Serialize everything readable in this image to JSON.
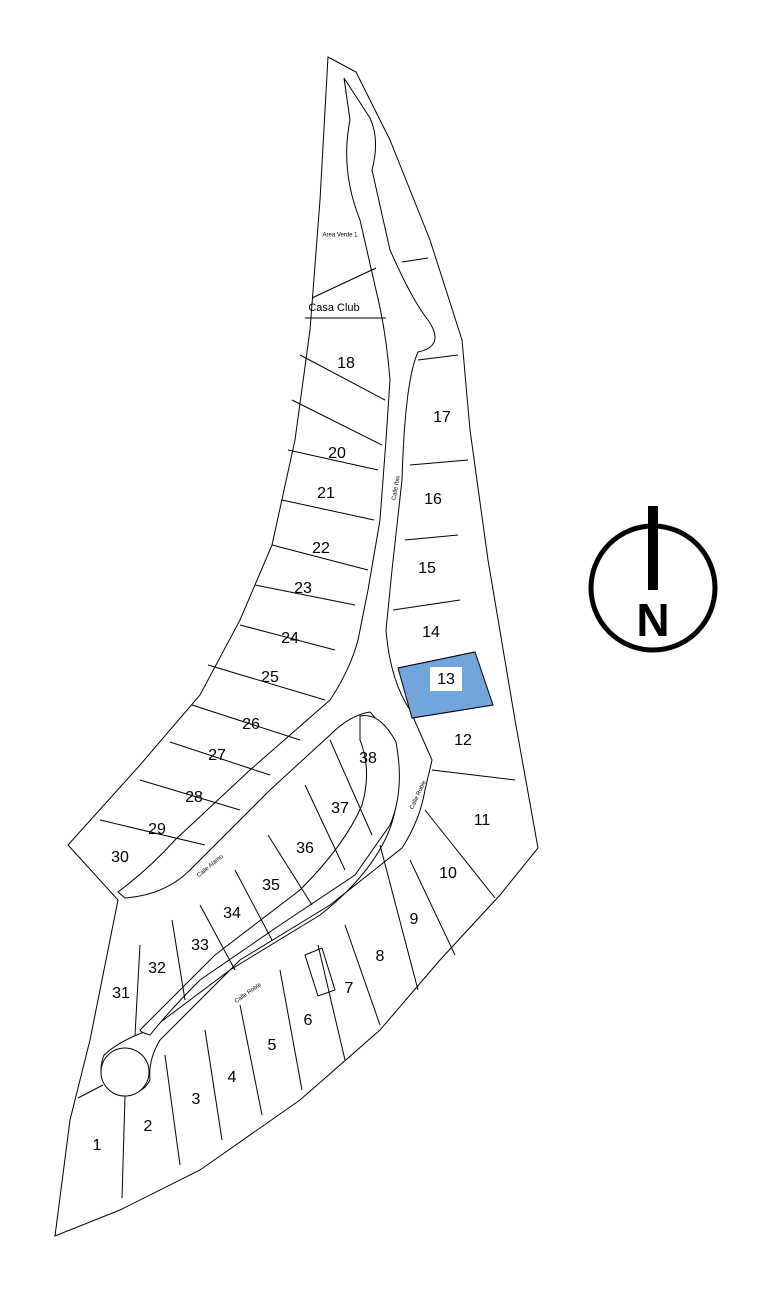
{
  "map": {
    "highlight_color": "#72A5DC",
    "highlighted_lot": "13",
    "lots": [
      "1",
      "2",
      "3",
      "4",
      "5",
      "6",
      "7",
      "8",
      "9",
      "10",
      "11",
      "12",
      "13",
      "14",
      "15",
      "16",
      "17",
      "18",
      "20",
      "21",
      "22",
      "23",
      "24",
      "25",
      "26",
      "27",
      "28",
      "29",
      "30",
      "31",
      "32",
      "33",
      "34",
      "35",
      "36",
      "37",
      "38"
    ],
    "amenities": {
      "club_house": "Casa Club",
      "green_area": "Area Verde 1"
    },
    "streets": {
      "main": "Calle Ibis",
      "north": "Calle Alamo",
      "east": "Calle Roble",
      "south": "Calle Roble"
    }
  },
  "compass": {
    "letter": "N",
    "icon": "north-arrow-icon"
  }
}
